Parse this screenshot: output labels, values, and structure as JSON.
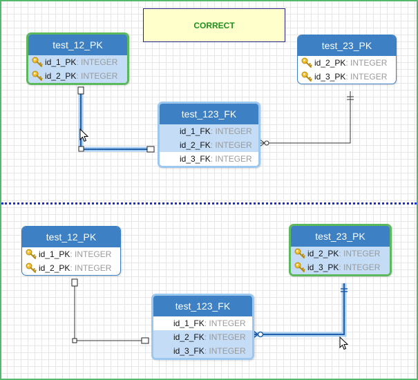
{
  "banner": {
    "label": "CORRECT"
  },
  "top": {
    "t12": {
      "title": "test_12_PK",
      "rows": [
        {
          "name": "id_1_PK",
          "type": ": INTEGER"
        },
        {
          "name": "id_2_PK",
          "type": ": INTEGER"
        }
      ]
    },
    "t23": {
      "title": "test_23_PK",
      "rows": [
        {
          "name": "id_2_PK",
          "type": ": INTEGER"
        },
        {
          "name": "id_3_PK",
          "type": ": INTEGER"
        }
      ]
    },
    "t123": {
      "title": "test_123_FK",
      "rows": [
        {
          "name": "id_1_FK",
          "type": ": INTEGER"
        },
        {
          "name": "id_2_FK",
          "type": ": INTEGER"
        },
        {
          "name": "id_3_FK",
          "type": ": INTEGER"
        }
      ]
    }
  },
  "bottom": {
    "t12": {
      "title": "test_12_PK",
      "rows": [
        {
          "name": "id_1_PK",
          "type": ": INTEGER"
        },
        {
          "name": "id_2_PK",
          "type": ": INTEGER"
        }
      ]
    },
    "t23": {
      "title": "test_23_PK",
      "rows": [
        {
          "name": "id_2_PK",
          "type": ": INTEGER"
        },
        {
          "name": "id_3_PK",
          "type": ": INTEGER"
        }
      ]
    },
    "t123": {
      "title": "test_123_FK",
      "rows": [
        {
          "name": "id_1_FK",
          "type": ": INTEGER"
        },
        {
          "name": "id_2_FK",
          "type": ": INTEGER"
        },
        {
          "name": "id_3_FK",
          "type": ": INTEGER"
        }
      ]
    }
  },
  "colors": {
    "accent": "#3d80c3",
    "selected_green": "#5cb85c",
    "row_highlight": "#c4dcf5",
    "divider": "#1a2fd0"
  },
  "icons": {
    "primary_key": "key-icon",
    "cursor": "mouse-pointer-icon"
  }
}
